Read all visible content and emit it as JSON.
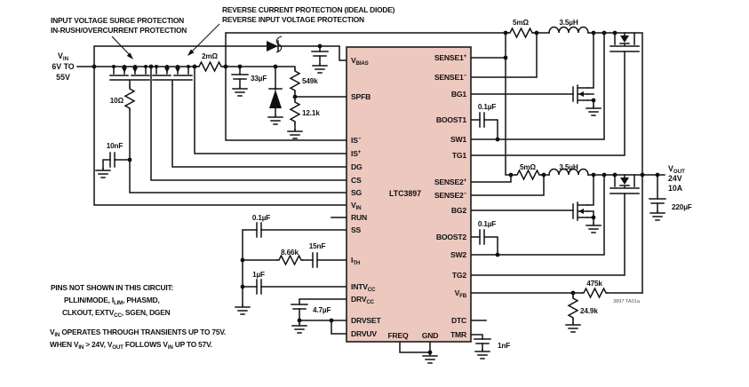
{
  "figure_id": "3897 TA01a",
  "annotations": {
    "surge1": "INPUT VOLTAGE SURGE PROTECTION",
    "surge2": "IN-RUSH/OVERCURRENT PROTECTION",
    "reverse1": "REVERSE CURRENT PROTECTION (IDEAL DIODE)",
    "reverse2": "REVERSE INPUT VOLTAGE PROTECTION"
  },
  "input": {
    "v": "V",
    "v_sub": "IN",
    "range1": "6V TO",
    "range2": "55V"
  },
  "output": {
    "v": "V",
    "v_sub": "OUT",
    "volts": "24V",
    "amps": "10A"
  },
  "ic": {
    "name": "LTC3897",
    "pins_left": {
      "vbias": {
        "t": "V",
        "sub": "BIAS"
      },
      "spfb": {
        "t": "SPFB"
      },
      "ism": {
        "t": "IS",
        "sup": "−"
      },
      "isp": {
        "t": "IS",
        "sup": "+"
      },
      "dg": {
        "t": "DG"
      },
      "cs": {
        "t": "CS"
      },
      "sg": {
        "t": "SG"
      },
      "vin": {
        "t": "V",
        "sub": "IN"
      },
      "run": {
        "t": "RUN"
      },
      "ss": {
        "t": "SS"
      },
      "ith": {
        "t": "I",
        "sub": "TH"
      },
      "intvcc": {
        "t": "INTV",
        "sub": "CC"
      },
      "drvcc": {
        "t": "DRV",
        "sub": "CC"
      },
      "drvset": {
        "t": "DRVSET"
      },
      "drvuv": {
        "t": "DRVUV"
      }
    },
    "pins_right": {
      "sense1p": {
        "t": "SENSE1",
        "sup": "+"
      },
      "sense1m": {
        "t": "SENSE1",
        "sup": "−"
      },
      "bg1": {
        "t": "BG1"
      },
      "boost1": {
        "t": "BOOST1"
      },
      "sw1": {
        "t": "SW1"
      },
      "tg1": {
        "t": "TG1"
      },
      "sense2p": {
        "t": "SENSE2",
        "sup": "+"
      },
      "sense2m": {
        "t": "SENSE2",
        "sup": "−"
      },
      "bg2": {
        "t": "BG2"
      },
      "boost2": {
        "t": "BOOST2"
      },
      "sw2": {
        "t": "SW2"
      },
      "tg2": {
        "t": "TG2"
      },
      "vfb": {
        "t": "V",
        "sub": "FB"
      },
      "dtc": {
        "t": "DTC"
      },
      "tmr": {
        "t": "TMR"
      }
    },
    "pins_bottom": {
      "freq": "FREQ",
      "gnd": "GND"
    }
  },
  "components": {
    "r_gate": "10Ω",
    "c_gate": "10nF",
    "r_sense_in": "2mΩ",
    "c_in": "33µF",
    "r_fb_top": "549k",
    "r_fb_bot": "12.1k",
    "r_sense1": "5mΩ",
    "l1": "3.5µH",
    "c_boost1": "0.1µF",
    "r_sense2": "5mΩ",
    "l2": "3.5µH",
    "c_boost2": "0.1µF",
    "c_ss": "0.1µF",
    "r_ith": "8.66k",
    "c_ith": "15nF",
    "c_intvcc": "1µF",
    "c_drvcc": "4.7µF",
    "c_tmr": "1nF",
    "r_fb1": "475k",
    "r_fb2": "24.9k",
    "c_out": "220µF"
  },
  "notes": {
    "n1": "PINS NOT SHOWN IN THIS CIRCUIT:",
    "n2a": "PLLIN/MODE, I",
    "n2b": "LIM",
    "n2c": ", PHASMD,",
    "n3a": "CLKOUT, EXTV",
    "n3b": "CC",
    "n3c": ", SGEN, DGEN",
    "n4a": "V",
    "n4b": "IN",
    "n4c": " OPERATES THROUGH TRANSIENTS UP TO 75V.",
    "n5a": "WHEN V",
    "n5b": "IN",
    "n5c": " > 24V, V",
    "n5d": "OUT",
    "n5e": " FOLLOWS V",
    "n5f": "IN",
    "n5g": " UP TO 57V."
  }
}
